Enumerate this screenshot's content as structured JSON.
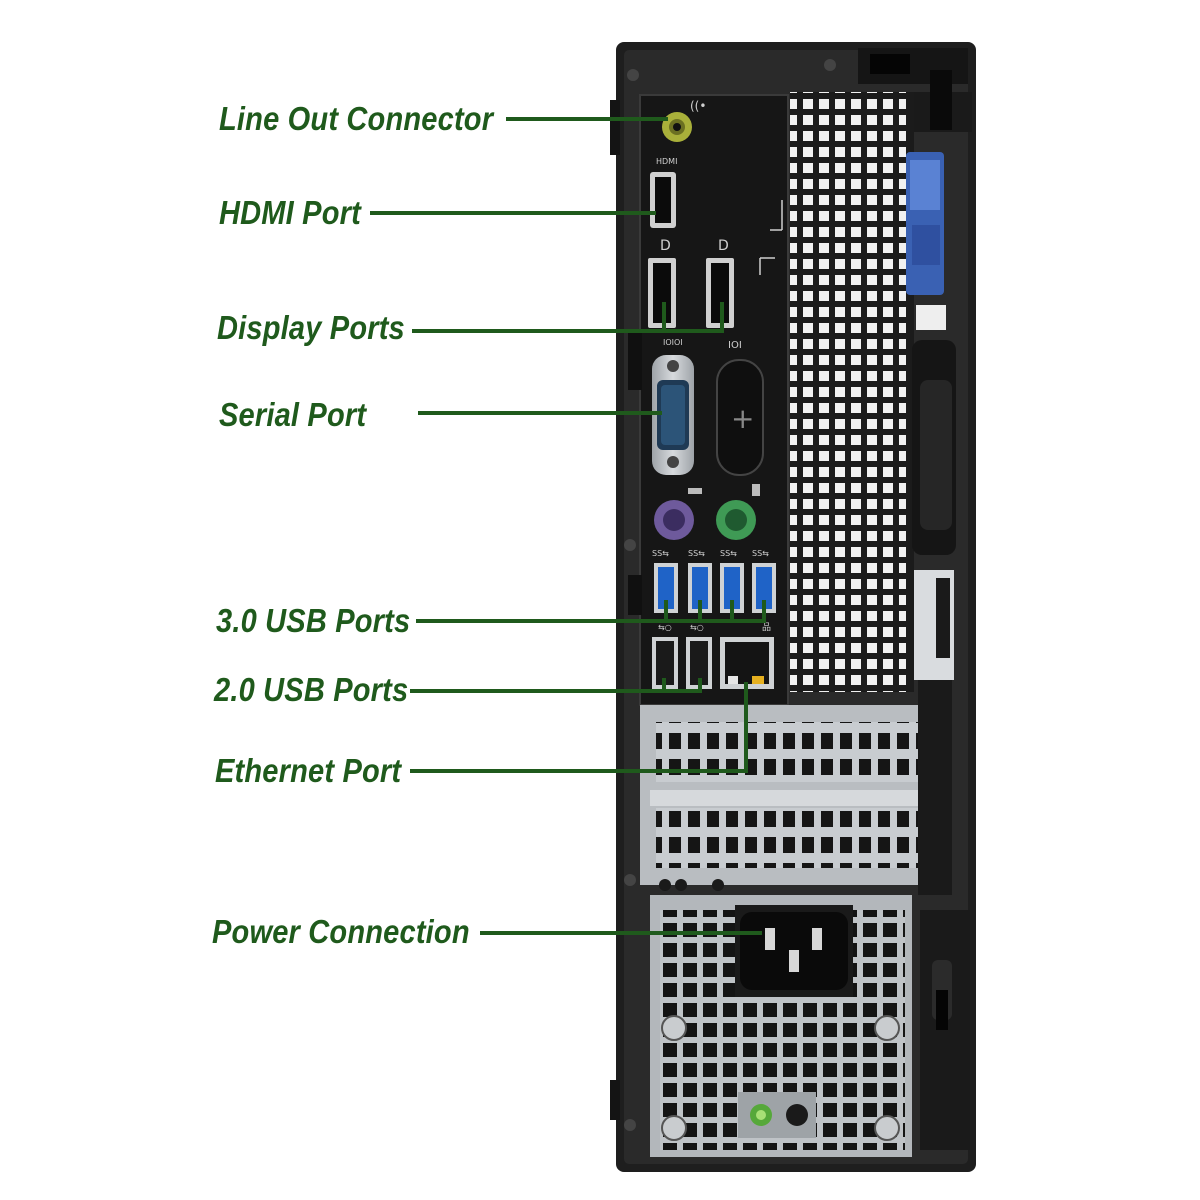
{
  "diagram": {
    "subject": "Desktop tower rear I/O panel",
    "callout_color": "#1f5a1c",
    "port_marks": {
      "hdmi": "HDMI",
      "serial": "IOIOI"
    },
    "callouts": [
      {
        "id": "line-out",
        "label": "Line Out Connector"
      },
      {
        "id": "hdmi",
        "label": "HDMI Port"
      },
      {
        "id": "display",
        "label": "Display Ports"
      },
      {
        "id": "serial",
        "label": "Serial Port"
      },
      {
        "id": "usb3",
        "label": "3.0 USB Ports"
      },
      {
        "id": "usb2",
        "label": "2.0 USB Ports"
      },
      {
        "id": "ethernet",
        "label": "Ethernet Port"
      },
      {
        "id": "power",
        "label": "Power Connection"
      }
    ]
  }
}
